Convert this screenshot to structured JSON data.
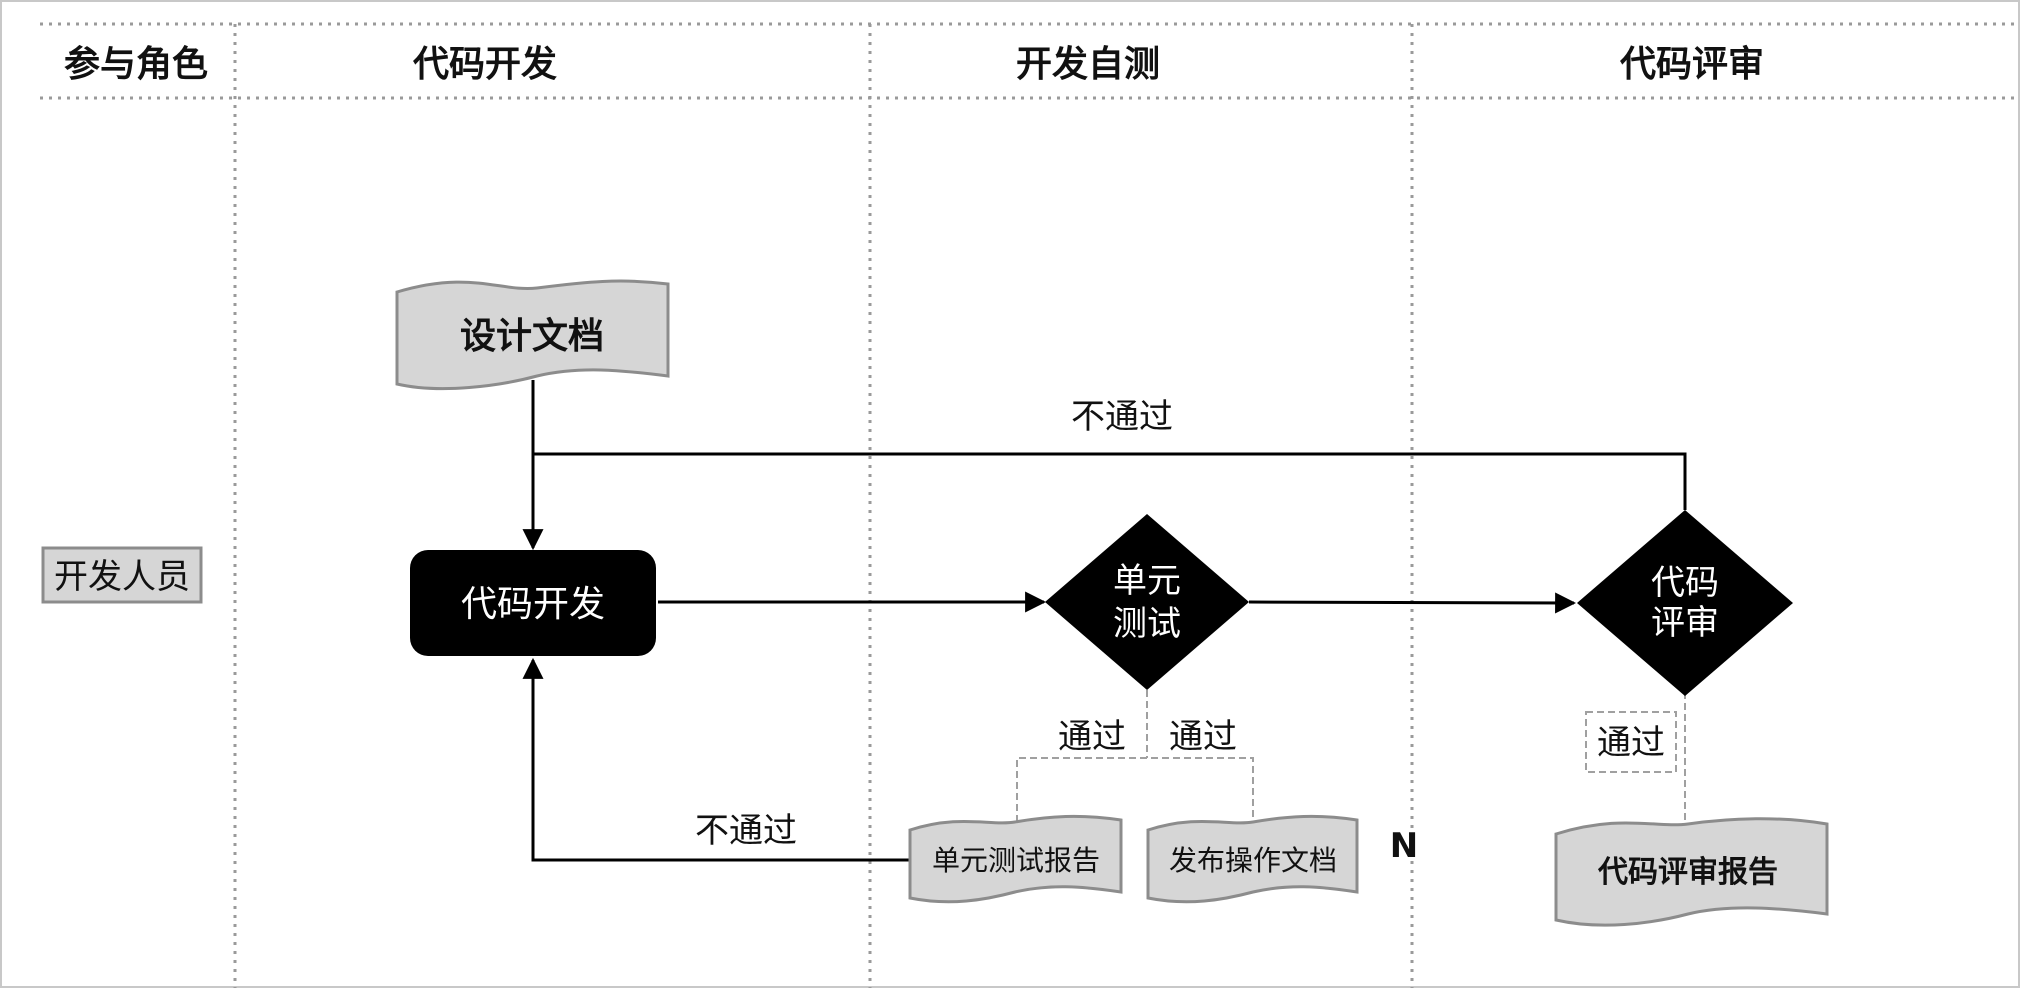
{
  "header": {
    "roles_label": "参与角色",
    "phases": [
      "代码开发",
      "开发自测",
      "代码评审"
    ]
  },
  "role": "开发人员",
  "nodes": {
    "design_doc": "设计文档",
    "code_dev": "代码开发",
    "unit_test_line1": "单元",
    "unit_test_line2": "测试",
    "code_review_line1": "代码",
    "code_review_line2": "评审",
    "unit_test_report": "单元测试报告",
    "release_doc": "发布操作文档",
    "code_review_report": "代码评审报告"
  },
  "edge_labels": {
    "fail_top": "不通过",
    "fail_bottom": "不通过",
    "pass_left": "通过",
    "pass_right": "通过",
    "pass_review": "通过",
    "stray_n": "N"
  },
  "colors": {
    "doc_fill": "#d6d6d6",
    "doc_stroke": "#8c8c8c",
    "process_fill": "#000000",
    "grid_line": "#9a9a9a",
    "connector_dashed": "#a0a0a0"
  }
}
